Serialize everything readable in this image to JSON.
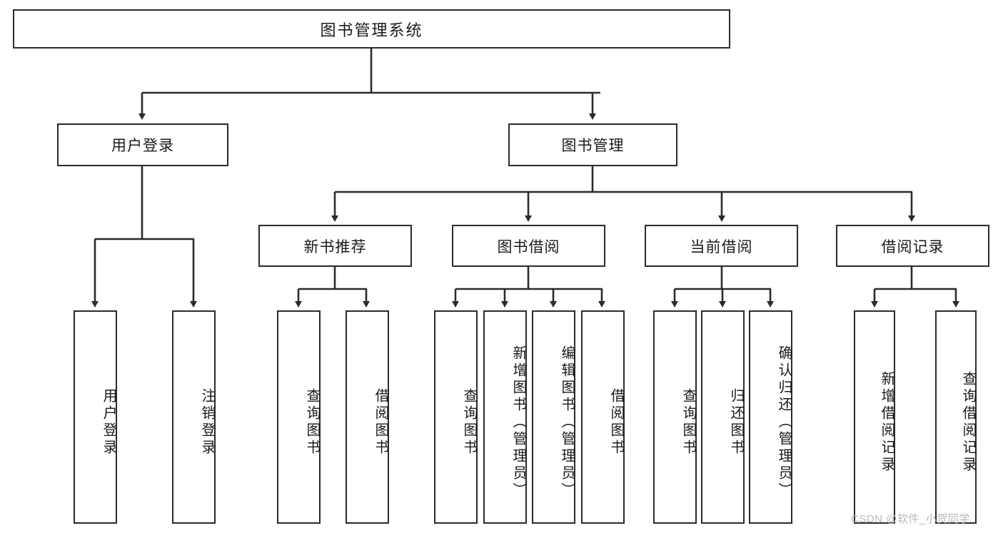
{
  "diagram": {
    "title": "图书管理系统",
    "type": "tree-hierarchy-chart",
    "colors": {
      "box_border": "#2b2b2b",
      "box_fill": "#ffffff",
      "edge": "#2b2b2b",
      "background": "#ffffff",
      "watermark": "#b9b9b9"
    },
    "root": {
      "label": "图书管理系统"
    },
    "level1": [
      {
        "label": "用户登录"
      },
      {
        "label": "图书管理"
      }
    ],
    "level2": [
      {
        "label": "新书推荐"
      },
      {
        "label": "图书借阅"
      },
      {
        "label": "当前借阅"
      },
      {
        "label": "借阅记录"
      }
    ],
    "leaves": {
      "user_login": [
        {
          "label": "用户登录"
        },
        {
          "label": "注销登录"
        }
      ],
      "new_book_recommend": [
        {
          "label": "查询图书"
        },
        {
          "label": "借阅图书"
        }
      ],
      "book_borrow": [
        {
          "label": "查询图书"
        },
        {
          "label": "新增图书（管理员）"
        },
        {
          "label": "编辑图书（管理员）"
        },
        {
          "label": "借阅图书"
        }
      ],
      "current_borrow": [
        {
          "label": "查询图书"
        },
        {
          "label": "归还图书"
        },
        {
          "label": "确认归还（管理员）"
        }
      ],
      "borrow_record": [
        {
          "label": "新增借阅记录"
        },
        {
          "label": "查询借阅记录"
        }
      ]
    },
    "watermark": "CSDN @软件_小贺同学"
  }
}
